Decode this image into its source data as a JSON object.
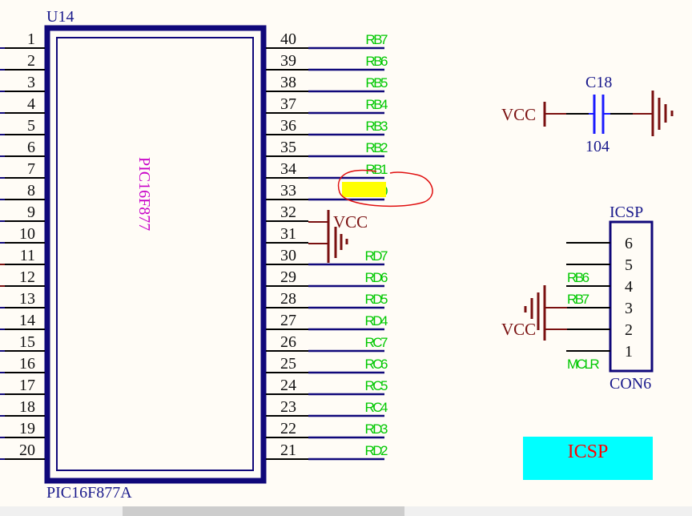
{
  "colors": {
    "background": "#fffcf6",
    "component_outline": "#10087a",
    "pin_wire": "#000000",
    "net_wire": "#10087a",
    "power": "#7a1010",
    "net_label": "#00c800",
    "capacitor": "#1a1aff",
    "part_name": "#c800c8",
    "highlight": "#ffff00",
    "annotation_circle": "#e01010",
    "note_fill": "#00ffff",
    "note_text": "#ff0000"
  },
  "u14": {
    "designator": "U14",
    "part_name": "PIC16F877",
    "comment": "PIC16F877A",
    "left_pins": [
      "1",
      "2",
      "3",
      "4",
      "5",
      "6",
      "7",
      "8",
      "9",
      "10",
      "11",
      "12",
      "13",
      "14",
      "15",
      "16",
      "17",
      "18",
      "19",
      "20"
    ],
    "right_pins": [
      {
        "num": "40",
        "net": "RB7"
      },
      {
        "num": "39",
        "net": "RB6"
      },
      {
        "num": "38",
        "net": "RB5"
      },
      {
        "num": "37",
        "net": "RB4"
      },
      {
        "num": "36",
        "net": "RB3"
      },
      {
        "num": "35",
        "net": "RB2"
      },
      {
        "num": "34",
        "net": "RB1"
      },
      {
        "num": "33",
        "net": "RB0",
        "highlighted": true
      },
      {
        "num": "32",
        "net": "",
        "power": "VCC"
      },
      {
        "num": "31",
        "net": "",
        "power": "GND"
      },
      {
        "num": "30",
        "net": "RD7"
      },
      {
        "num": "29",
        "net": "RD6"
      },
      {
        "num": "28",
        "net": "RD5"
      },
      {
        "num": "27",
        "net": "RD4"
      },
      {
        "num": "26",
        "net": "RC7"
      },
      {
        "num": "25",
        "net": "RC6"
      },
      {
        "num": "24",
        "net": "RC5"
      },
      {
        "num": "23",
        "net": "RC4"
      },
      {
        "num": "22",
        "net": "RD3"
      },
      {
        "num": "21",
        "net": "RD2"
      }
    ],
    "power_label": "VCC"
  },
  "c18": {
    "designator": "C18",
    "value": "104",
    "power_label": "VCC"
  },
  "icsp": {
    "designator": "ICSP",
    "comment": "CON6",
    "pins": [
      {
        "num": "6",
        "net": ""
      },
      {
        "num": "5",
        "net": "RB6"
      },
      {
        "num": "4",
        "net": "RB7"
      },
      {
        "num": "3",
        "net": "",
        "power": "GND"
      },
      {
        "num": "2",
        "net": "",
        "power": "VCC"
      },
      {
        "num": "1",
        "net": "MCLR"
      }
    ],
    "power_label": "VCC"
  },
  "note": {
    "text": "ICSP"
  }
}
